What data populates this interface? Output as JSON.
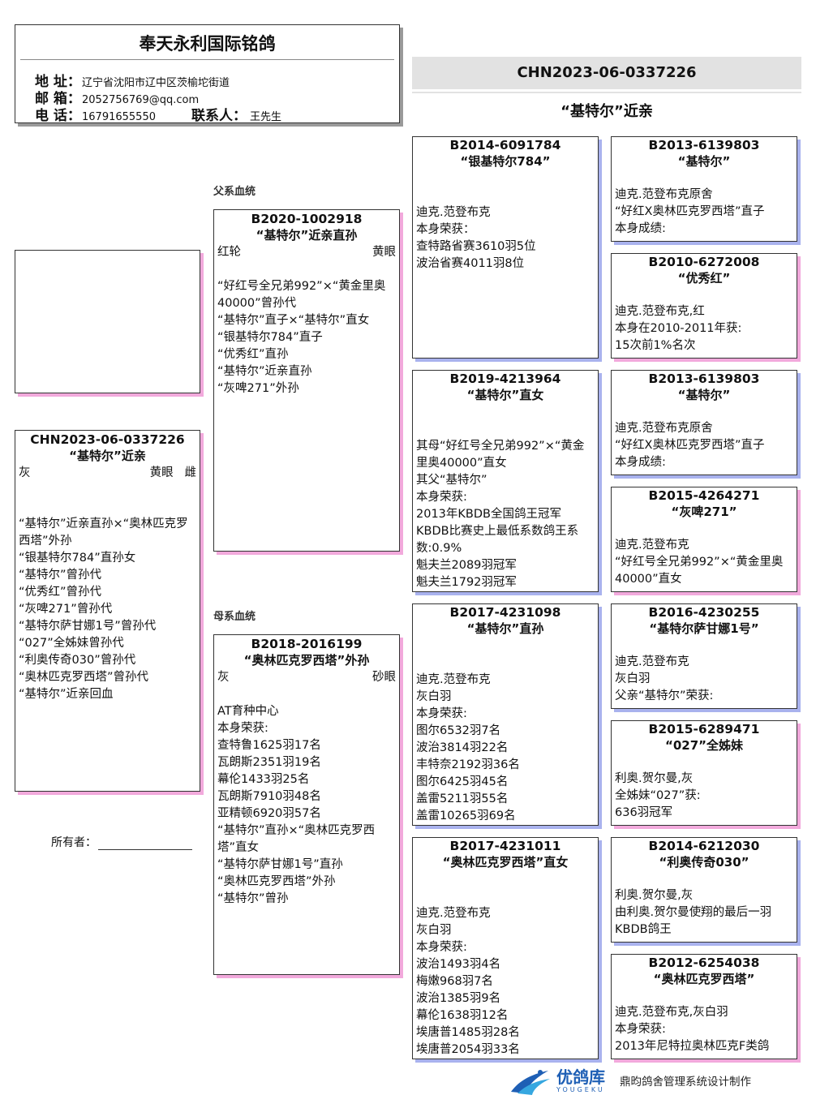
{
  "header": {
    "title": "奉天永利国际铭鸽",
    "address_label": "地 址：",
    "address": "辽宁省沈阳市辽中区茨榆坨街道",
    "email_label": "邮 箱：",
    "email": "2052756769@qq.com",
    "phone_label": "电 话：",
    "phone": "16791655550",
    "contact_label": "联系人：",
    "contact": "王先生"
  },
  "top": {
    "ring": "CHN2023-06-0337226",
    "name": "“基特尔”近亲"
  },
  "labels": {
    "sire_line": "父系血统",
    "dam_line": "母系血统",
    "owner": "所有者："
  },
  "subject": {
    "ring": "CHN2023-06-0337226",
    "name": "“基特尔”近亲",
    "color": "灰",
    "eye": "黄眼",
    "sex": "雌",
    "lines": [
      "“基特尔”近亲直孙×“奥林匹克罗西塔”外孙",
      "“银基特尔784”直孙女",
      "“基特尔”曾孙代",
      "“优秀红”曾孙代",
      "“灰啤271”曾孙代",
      "“基特尔萨甘娜1号”曾孙代",
      "“027”全姊妹曾孙代",
      "“利奥传奇030”曾孙代",
      "“奥林匹克罗西塔”曾孙代",
      "“基特尔”近亲回血"
    ]
  },
  "sire": {
    "ring": "B2020-1002918",
    "name": "“基特尔”近亲直孙",
    "color": "红轮",
    "eye": "黄眼",
    "lines": [
      "“好红号全兄弟992”×“黄金里奥40000”曾孙代",
      "“基特尔”直子×“基特尔”直女",
      "“银基特尔784”直子",
      "“优秀红”直孙",
      "“基特尔”近亲直孙",
      "“灰啤271”外孙"
    ]
  },
  "dam": {
    "ring": "B2018-2016199",
    "name": "“奥林匹克罗西塔”外孙",
    "color": "灰",
    "eye": "砂眼",
    "lines": [
      "AT育种中心",
      "本身荣获:",
      "查特鲁1625羽17名",
      "瓦朗斯2351羽19名",
      "幕伦1433羽25名",
      "瓦朗斯7910羽48名",
      "亚精顿6920羽57名",
      "“基特尔”直孙×“奥林匹克罗西塔”直女",
      "“基特尔萨甘娜1号”直孙",
      "“奥林匹克罗西塔”外孙",
      "“基特尔”曾孙"
    ]
  },
  "ss": {
    "ring": "B2014-6091784",
    "name": "“银基特尔784”",
    "lines": [
      "迪克.范登布克",
      "本身荣获：",
      "查特路省赛3610羽5位",
      "波治省赛4011羽8位"
    ]
  },
  "sd": {
    "ring": "B2019-4213964",
    "name": "“基特尔”直女",
    "lines": [
      "其母“好红号全兄弟992”×“黄金里奥40000”直女",
      "其父“基特尔”",
      "本身荣获:",
      "2013年KBDB全国鸽王冠军",
      "KBDB比赛史上最低系数鸽王系数:0.9%",
      "魁夫兰2089羽冠军",
      "魁夫兰1792羽冠军"
    ]
  },
  "ds": {
    "ring": "B2017-4231098",
    "name": "“基特尔”直孙",
    "lines": [
      "迪克.范登布克",
      "灰白羽",
      "本身荣获:",
      "图尔6532羽7名",
      "波治3814羽22名",
      "丰特奈2192羽36名",
      "图尔6425羽45名",
      "盖雷5211羽55名",
      "盖雷10265羽69名"
    ]
  },
  "dd": {
    "ring": "B2017-4231011",
    "name": "“奥林匹克罗西塔”直女",
    "lines": [
      "迪克.范登布克",
      "灰白羽",
      "本身荣获:",
      "波治1493羽4名",
      "梅嫩968羽7名",
      "波治1385羽9名",
      "幕伦1638羽12名",
      "埃唐普1485羽28名",
      "埃唐普2054羽33名"
    ]
  },
  "g1": {
    "ring": "B2013-6139803",
    "name": "“基特尔”",
    "lines": [
      "迪克.范登布克原舍",
      "“好红X奥林匹克罗西塔”直子",
      "本身成绩:"
    ]
  },
  "g2": {
    "ring": "B2010-6272008",
    "name": "“优秀红”",
    "lines": [
      "迪克.范登布克,红",
      "本身在2010-2011年获:",
      "15次前1%名次"
    ]
  },
  "g3": {
    "ring": "B2013-6139803",
    "name": "“基特尔”",
    "lines": [
      "迪克.范登布克原舍",
      "“好红X奥林匹克罗西塔”直子",
      "本身成绩:"
    ]
  },
  "g4": {
    "ring": "B2015-4264271",
    "name": "“灰啤271”",
    "lines": [
      "迪克.范登布克",
      "“好红号全兄弟992”×“黄金里奥40000”直女"
    ]
  },
  "g5": {
    "ring": "B2016-4230255",
    "name": "“基特尔萨甘娜1号”",
    "lines": [
      "迪克.范登布克",
      "灰白羽",
      "父亲“基特尔”荣获:"
    ]
  },
  "g6": {
    "ring": "B2015-6289471",
    "name": "“027”全姊妹",
    "lines": [
      "利奥.贺尔曼,灰",
      "全姊妹“027”获:",
      "636羽冠军"
    ]
  },
  "g7": {
    "ring": "B2014-6212030",
    "name": "“利奥传奇030”",
    "lines": [
      "利奥.贺尔曼,灰",
      "由利奥.贺尔曼使翔的最后一羽KBDB鸽王"
    ]
  },
  "g8": {
    "ring": "B2012-6254038",
    "name": "“奥林匹克罗西塔”",
    "lines": [
      "迪克.范登布克,灰白羽",
      "本身荣获:",
      "2013年尼特拉奥林匹克F类鸽"
    ]
  },
  "footer": {
    "brand_cn": "优鸽库",
    "brand_en": "YOUGEKU",
    "credit": "鼎昀鸽舍管理系统设计制作"
  }
}
